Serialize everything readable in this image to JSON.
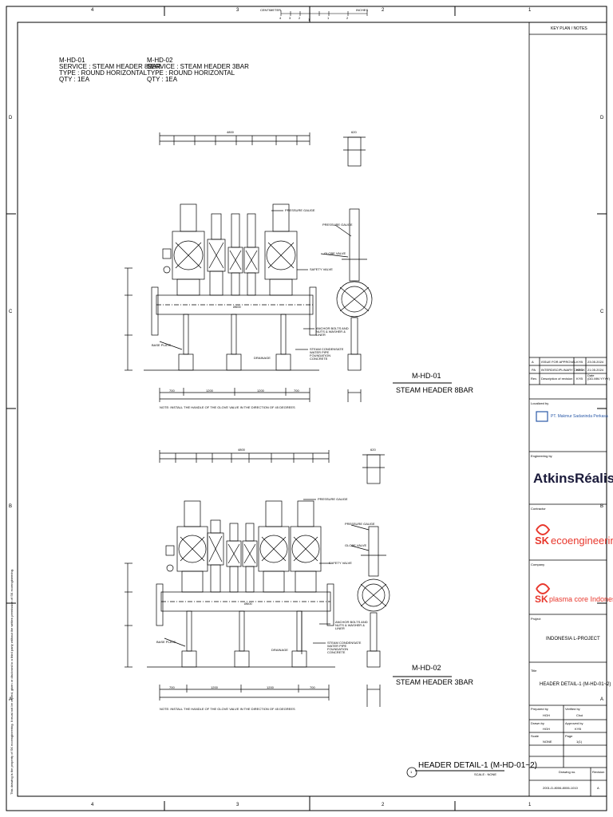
{
  "ruler": {
    "top_cols": [
      "4",
      "3",
      "2",
      "1"
    ],
    "bottom_cols": [
      "4",
      "3",
      "2",
      "1"
    ],
    "rows": [
      "D",
      "C",
      "B",
      "A"
    ],
    "scale_left": "CENTIMETER",
    "scale_right": "INCHES",
    "scale_marks": [
      "4",
      "3",
      "2",
      "1",
      "1",
      "2"
    ]
  },
  "equipment": [
    {
      "tag": "M-HD-01",
      "service": "SERVICE : STEAM HEADER 8BAR",
      "type": "TYPE : ROUND HORIZONTAL",
      "qty": "QTY : 1EA"
    },
    {
      "tag": "M-HD-02",
      "service": "SERVICE : STEAM HEADER 3BAR",
      "type": "TYPE : ROUND HORIZONTAL",
      "qty": "QTY : 1EA"
    }
  ],
  "views": [
    {
      "tag": "M-HD-01",
      "name": "STEAM HEADER 8BAR",
      "overall": "4800",
      "side_top": "620",
      "labels": {
        "pressure_gauge": "PRESSURE GAUGE",
        "pressure_gauge_side": "PRESSURE GAUGE",
        "globe_valve": "GLOBE VALVE",
        "safety_valve": "SAFETY VALVE",
        "diameter": "Ø600",
        "anchor": "ANCHOR BOLTS AND NUTS & WASHER & LINER",
        "foundation": "STEAM CONDENSATE WATER PIPE FOUNDATION CONCRETE",
        "drain": "DRAINAGE",
        "base": "BASE PLATE"
      },
      "dims_bottom": [
        "700",
        "1200",
        "1200",
        "700"
      ],
      "note": "NOTE: INSTALL THE HANDLE OF THE GLOVE VALVE IN THE DIRECTION OF 45 DEGREES"
    },
    {
      "tag": "M-HD-02",
      "name": "STEAM HEADER 3BAR",
      "overall": "4800",
      "side_top": "620",
      "labels": {
        "pressure_gauge": "PRESSURE GAUGE",
        "pressure_gauge_side": "PRESSURE GAUGE",
        "globe_valve": "GLOBE VALVE",
        "safety_valve": "SAFETY VALVE",
        "diameter": "Ø600",
        "anchor": "ANCHOR BOLTS AND NUTS & WASHER & LINER",
        "foundation": "STEAM CONDENSATE WATER PIPE FOUNDATION CONCRETE",
        "drain": "DRAINAGE",
        "base": "BASE PLATE"
      },
      "dims_bottom": [
        "700",
        "1200",
        "1200",
        "700"
      ],
      "note": "NOTE: INSTALL THE HANDLE OF THE GLOVE VALVE IN THE DIRECTION OF 45 DEGREES"
    }
  ],
  "detail": {
    "number": "1",
    "title": "HEADER DETAIL-1 (M-HD-01~2)",
    "scale": "SCALE : NONE"
  },
  "title_block": {
    "key_plan": "KEY PLAN / NOTES",
    "revisions": [
      {
        "rev": "A",
        "desc": "ISSUE FOR APPROVAL",
        "by": "KYB",
        "date": "23.05.2024"
      },
      {
        "rev": "PA",
        "desc": "INTERDISCIPLINARY CHECK",
        "by": "KYB",
        "date": "21.05.2024"
      }
    ],
    "rev_header": {
      "rev": "Rev.",
      "desc": "Description of revision",
      "by": "KYB",
      "date": "Date (DD.MM.YYYY)"
    },
    "localized_by_label": "Localized by",
    "localized_company": "PT. Makmur Sadaninda Perkasa",
    "engineering_label": "Engineering by",
    "engineering_company": "AtkinsRéalis",
    "contractor_label": "Contractor",
    "contractor_prefix": "SK",
    "contractor_company": "ecoengineering",
    "company_label": "Company",
    "company_prefix": "SK",
    "company_name": "plasma core Indonesia",
    "project_label": "Project",
    "project": "INDONESIA L-PROJECT",
    "title_label": "Title",
    "title": "HEADER DETAIL-1 (M-HD-01~2)",
    "prepared_label": "Prepared by",
    "prepared": "HGH",
    "verified_label": "Verified by",
    "verified": "Choi",
    "drawn_label": "Drawn by",
    "drawn": "HGH",
    "approved_label": "Approved by",
    "approved": "KYB",
    "scale_label": "Scale",
    "scale": "NONE",
    "page_label": "Page",
    "page": "1(1)",
    "drawing_label": "Drawing no.",
    "drawing_no": "2001-D-8006-8006-1010",
    "revision_label": "Revision",
    "revision": "A"
  },
  "side_note": "This drawing is the property of SK ecoengineering. It must not be copied, given or disclosed to a third party without the written permission of SK ecoengineering."
}
